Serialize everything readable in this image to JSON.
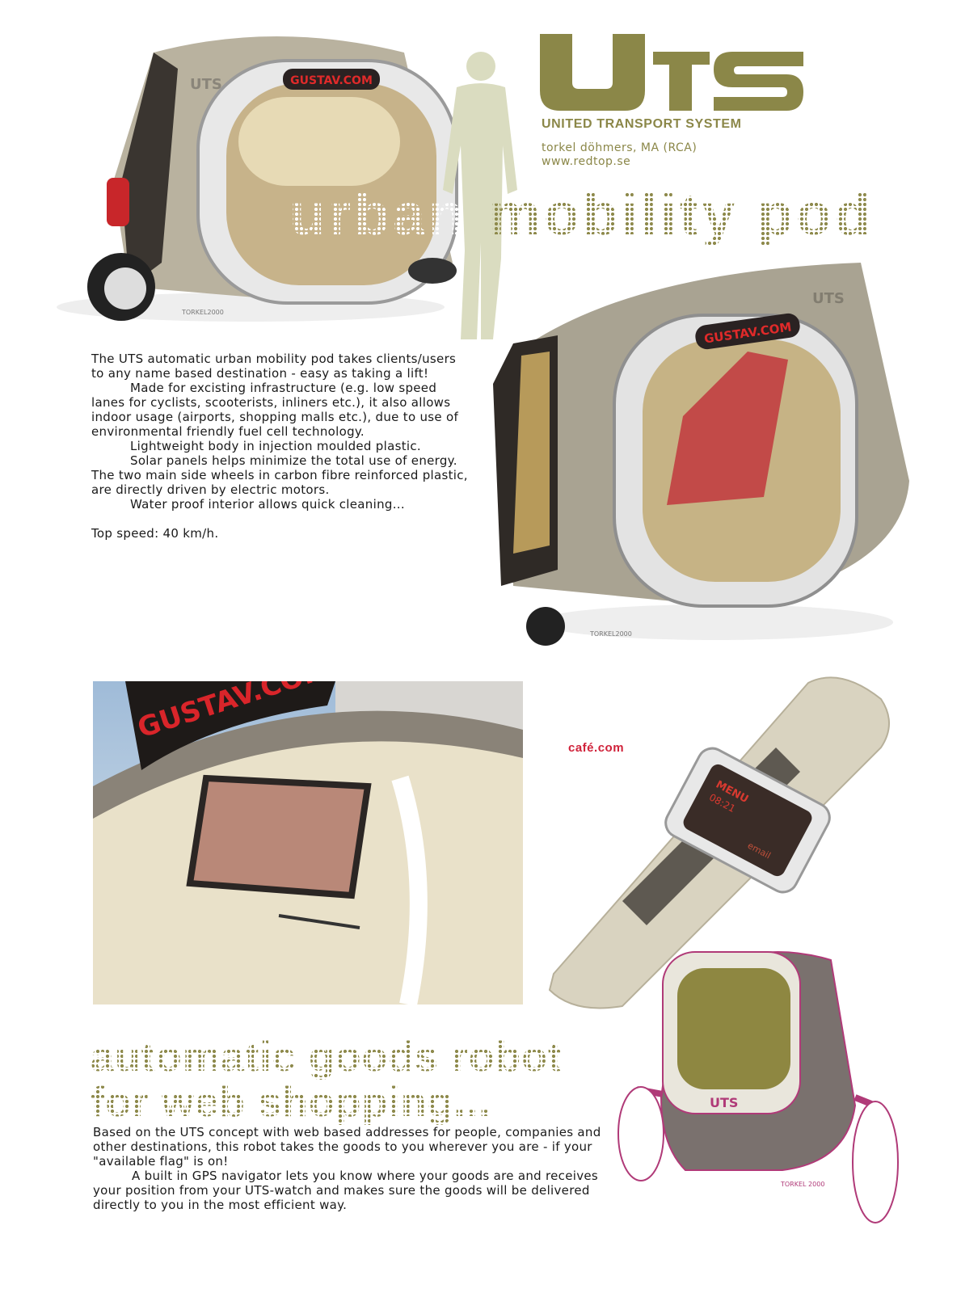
{
  "logo": {
    "text": "UTS",
    "color": "#8b8748"
  },
  "logo_subtitle": "UNITED TRANSPORT SYSTEM",
  "author": {
    "name": "torkel döhmers, MA (RCA)",
    "website": "www.redtop.se"
  },
  "title_mobility": {
    "word1": "urban",
    "rest": "mobility pod"
  },
  "pod_display_text": "GUSTAV.COM",
  "pod_badge": "UTS",
  "signature": "TORKEL2000",
  "signature_robot": "TORKEL 2000",
  "description": [
    "The UTS automatic urban mobility pod takes clients/users to any name based destination - easy as taking a lift!",
    "Made for excisting infrastructure (e.g. low speed lanes for cyclists, scooterists, inliners etc.), it also allows indoor usage (airports, shopping malls etc.), due to use of environmental friendly fuel cell technology.",
    "Lightweight body in injection moulded plastic.",
    "Solar panels helps minimize the total use of energy. The two main side wheels in carbon fibre reinforced plastic, are directly driven by electric motors.",
    "Water proof interior allows quick cleaning...",
    "Top speed: 40 km/h."
  ],
  "cafe_label": "café.com",
  "watch": {
    "menu": "MENU",
    "time": "08:21",
    "email": "email"
  },
  "title_robot": {
    "line1": "automatic goods robot",
    "line2": "for web shopping..."
  },
  "robot_description": [
    "Based on the UTS concept with web based addresses for people, companies and other destinations, this robot takes the goods to you wherever you are - if your \"available flag\" is on!",
    "A built in GPS navigator lets you know where your goods are and receives your position from your UTS-watch and makes sure the goods will be delivered directly to you in the most efficient way."
  ],
  "colors": {
    "olive": "#8b8748",
    "red": "#d0223a",
    "robot_outline": "#b03a78"
  }
}
